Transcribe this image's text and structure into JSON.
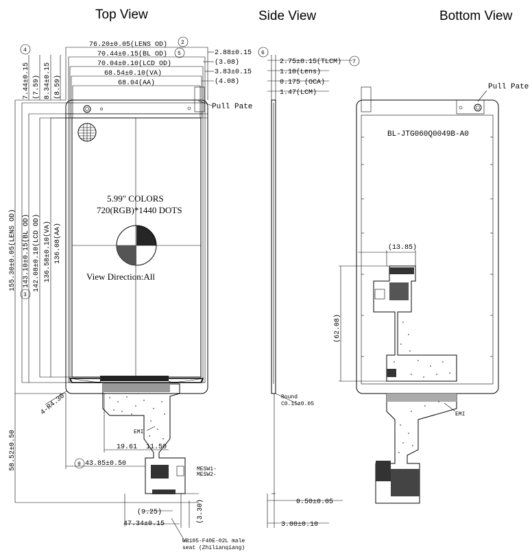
{
  "views": {
    "top": "Top View",
    "side": "Side View",
    "bottom": "Bottom View"
  },
  "top_view": {
    "lens_width": "76.20±0.05(LENS OD)",
    "bl_width": "70.44±0.15(BL OD)",
    "lcd_width": "70.04±0.10(LCD OD)",
    "va_width": "68.54±0.10(VA)",
    "aa_width": "68.04(AA)",
    "top_offset_1": "2.88±0.15",
    "top_offset_1_ref": "(3.08)",
    "top_offset_2": "3.83±0.15",
    "top_offset_2_ref": "(4.08)",
    "left_offset_1": "7.44±0.15",
    "left_offset_1_ref": "(7.59)",
    "left_offset_2": "8.34±0.15",
    "left_offset_2_ref": "(8.59)",
    "lens_height": "155.30±0.05(LENS OD)",
    "bl_height": "143.10±0.15(BL OD)",
    "lcd_height": "142.08±0.10(LCD OD)",
    "va_height": "136.58±0.10(VA)",
    "aa_height": "136.08(AA)",
    "pull_pate": "Pull Pate",
    "colors_text": "5.99\" COLORS",
    "dots_text": "720(RGB)*1440 DOTS",
    "view_direction": "View Direction:All",
    "corner_radius": "4-R4.30",
    "emi": "EMI",
    "fpc_length": "58.52±0.50",
    "fpc_dim_a": "19.61",
    "fpc_dim_b": "11.50",
    "fpc_dim_c": "43.85±0.50",
    "fpc_dim_d": "(9.25)",
    "fpc_dim_e": "47.34±0.15",
    "fpc_dim_f": "(3.30)",
    "connector_label_1": "WB105-F40E-02L male",
    "connector_label_2": "seat (Zhilianqiang)",
    "side_pin_1": "MESW1-",
    "side_pin_2": "MESW2-",
    "callouts": [
      "2",
      "4",
      "5",
      "3",
      "9"
    ]
  },
  "side_view": {
    "tlcm": "2.75±0.15(TLCM)",
    "lens": "1.10(Lens)",
    "oca": "0.175 (OCA)",
    "lcm": "1.47(LCM)",
    "round_1": "Round",
    "round_2": "C0.15±0.05",
    "fpc_thk": "0.50±0.05",
    "bottom_dim": "3.00±0.10",
    "callouts": [
      "6",
      "7"
    ]
  },
  "bottom_view": {
    "pull_pate": "Pull Pate",
    "part_no": "BL-JTG060Q0049B-A0",
    "dim_width": "(13.85)",
    "dim_height": "(62.08)",
    "emi": "EMI"
  }
}
